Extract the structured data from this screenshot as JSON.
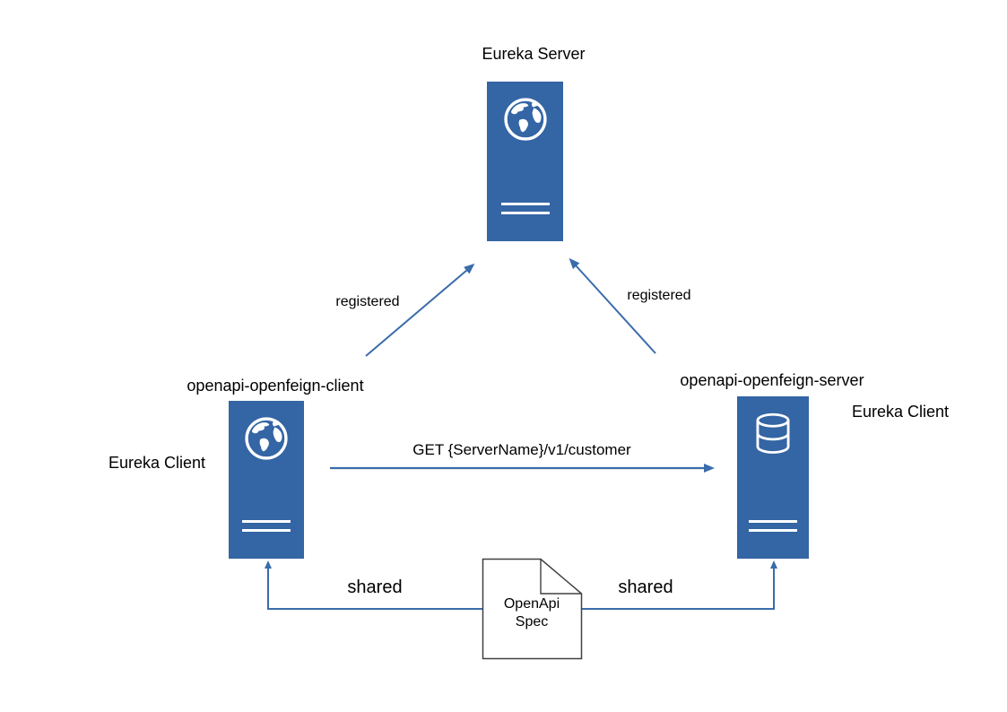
{
  "theme": {
    "background": "#ffffff",
    "node-fill": "#3465a4",
    "arrow-color": "#3a6caa",
    "doc-stroke": "#404040",
    "text-color": "#000000"
  },
  "nodes": {
    "eureka_server": {
      "title": "Eureka Server",
      "icon": "globe-icon"
    },
    "openfeign_client": {
      "title": "openapi-openfeign-client",
      "role_label": "Eureka Client",
      "icon": "globe-icon"
    },
    "openfeign_server": {
      "title": "openapi-openfeign-server",
      "role_label": "Eureka Client",
      "icon": "database-icon"
    },
    "openapi_spec": {
      "line1": "OpenApi",
      "line2": "Spec",
      "icon": "document-icon"
    }
  },
  "edges": {
    "registered_left": {
      "label": "registered"
    },
    "registered_right": {
      "label": "registered"
    },
    "get_request": {
      "label": "GET {ServerName}/v1/customer"
    },
    "shared_left": {
      "label": "shared"
    },
    "shared_right": {
      "label": "shared"
    }
  }
}
